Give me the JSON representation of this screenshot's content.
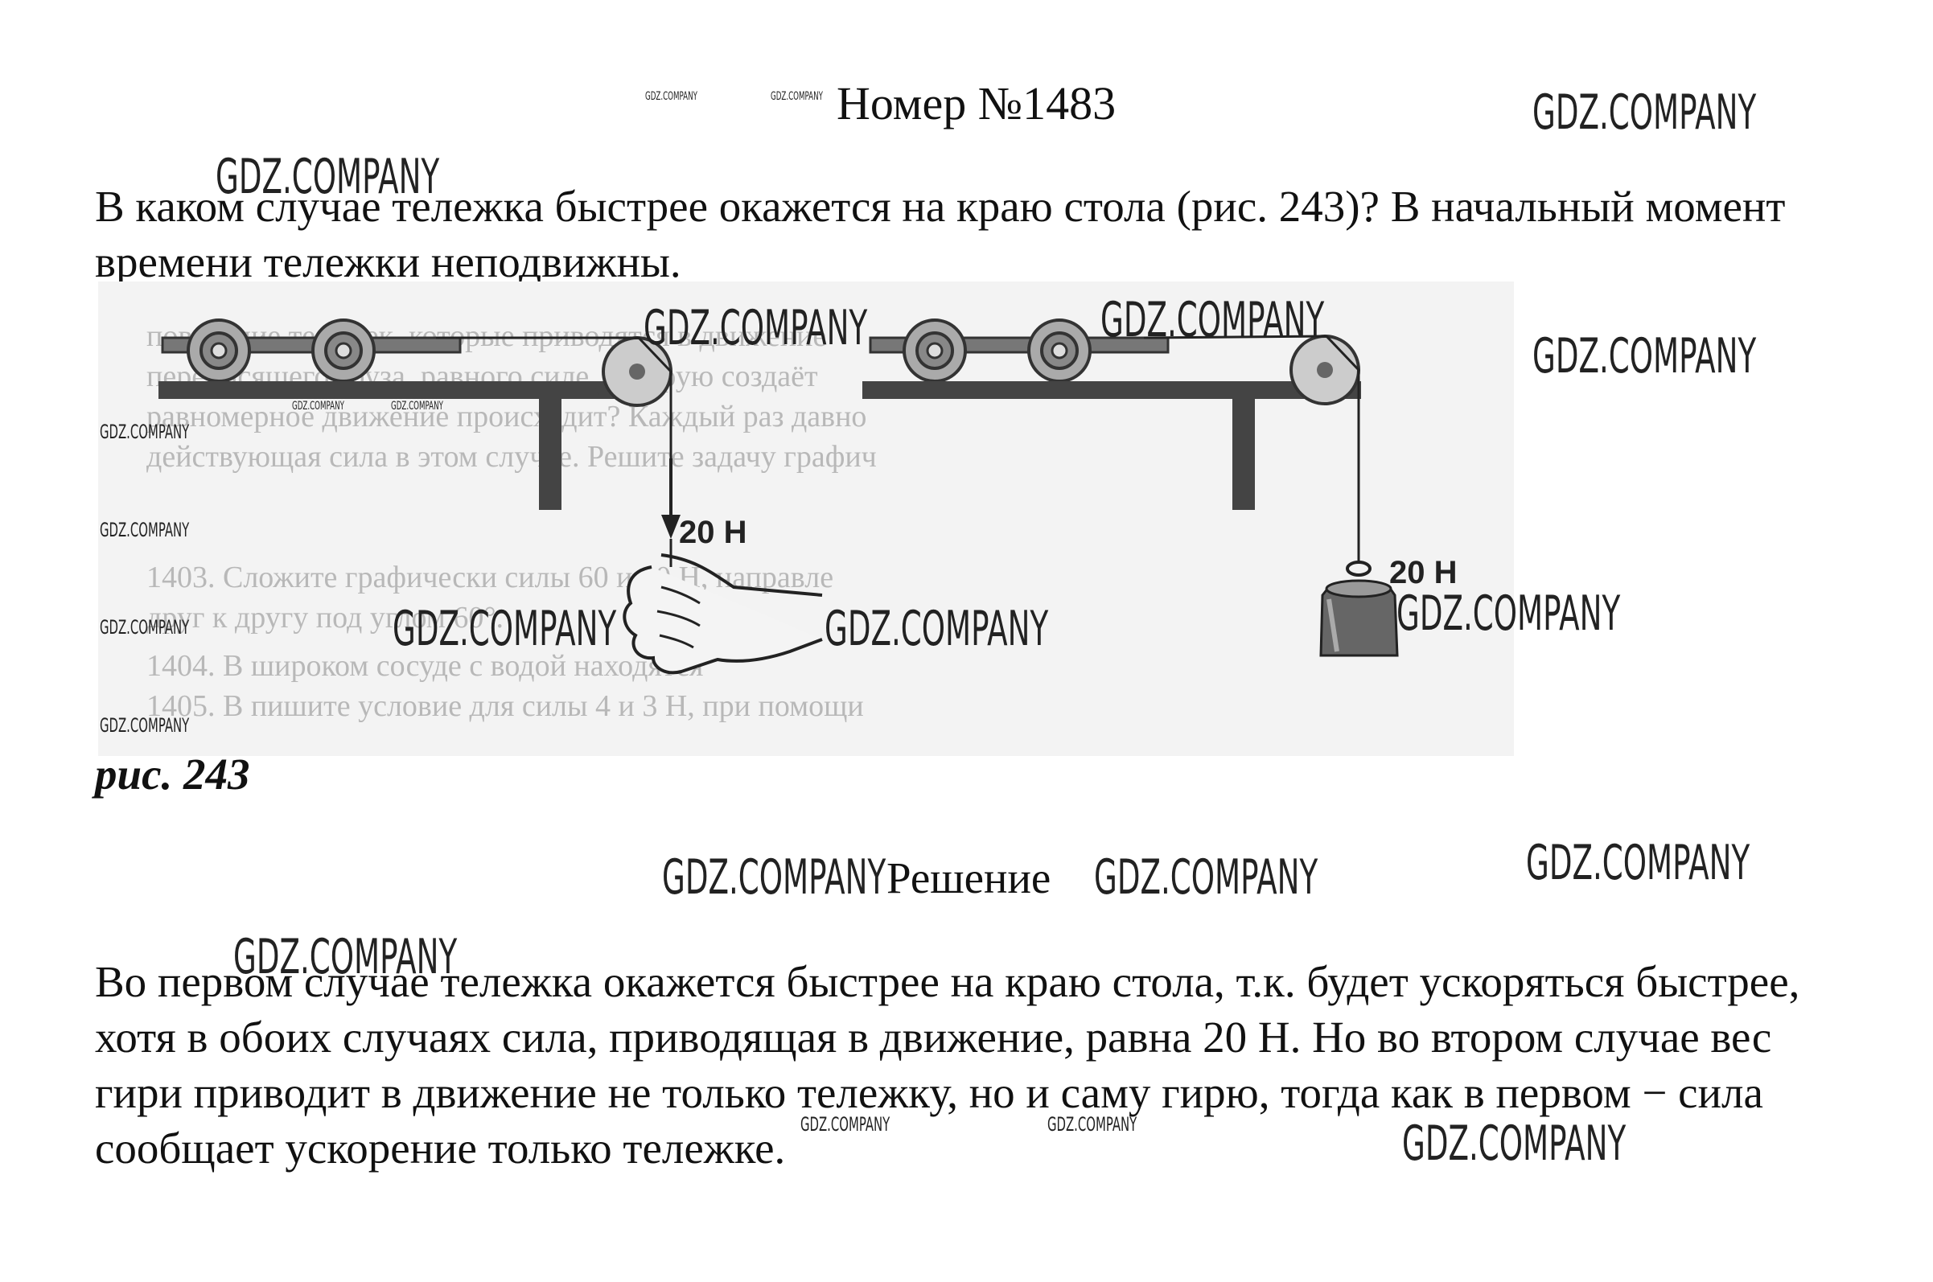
{
  "title": "Номер №1483",
  "question": "В каком случае тележка быстрее окажется на краю стола (рис. 243)? В начальный момент времени тележки неподвижны.",
  "figure": {
    "caption": "рис. 243",
    "left_force_label": "20 Н",
    "right_weight_label": "20 Н",
    "background_text": [
      "поведение тележек, которые приводятся в движение",
      "переносящего груза, равного силе, которую создаёт",
      "равномерное движение происходит? Каждый раз давно",
      "действующая сила в этом случае. Решите задачу графич",
      "1403. Сложите графически силы 60 и 40 Н, направле",
      "друг к другу под углом 60°.",
      "1404. В широком сосуде с водой находятся",
      "1405. В пишите условие для силы 4 и 3 Н, при помощи"
    ]
  },
  "solution_heading": "Решение",
  "answer": "Во первом случае тележка окажется быстрее на краю стола, т.к. будет ускоряться быстрее, хотя в обоих случаях сила, приводящая в движение, равна 20 Н. Но во втором случае вес гири приводит в движение не только тележку, но и саму гирю, тогда как в первом − сила сообщает ускорение только тележке.",
  "watermark": "GDZ.COMPANY"
}
